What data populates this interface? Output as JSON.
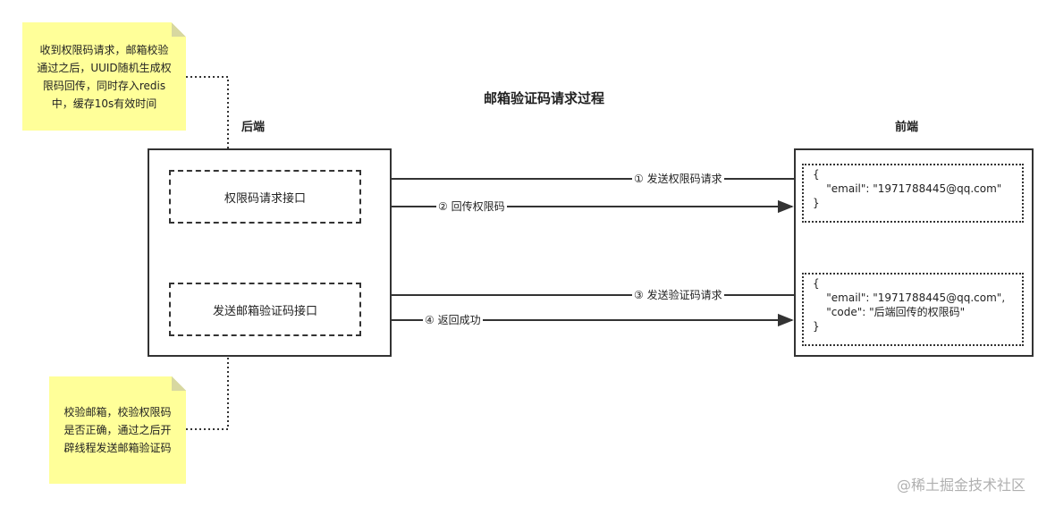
{
  "title": "邮箱验证码请求过程",
  "backend": {
    "heading": "后端",
    "api_permission": "权限码请求接口",
    "api_email": "发送邮箱验证码接口"
  },
  "frontend": {
    "heading": "前端",
    "request1_lines": [
      "{",
      "    \"email\": \"1971788445@qq.com\"",
      "}"
    ],
    "request2_lines": [
      "{",
      "    \"email\": \"1971788445@qq.com\",",
      "    \"code\": \"后端回传的权限码\"",
      "}"
    ]
  },
  "arrows": {
    "step1": "① 发送权限码请求",
    "step2": "② 回传权限码",
    "step3": "③ 发送验证码请求",
    "step4": "④ 返回成功"
  },
  "notes": {
    "top_lines": [
      "收到权限码请求，邮箱校验",
      "通过之后，UUID随机生成权",
      "限码回传，同时存入redis",
      "中，缓存10s有效时间"
    ],
    "bottom_lines": [
      "校验邮箱，校验权限码",
      "是否正确，通过之后开",
      "辟线程发送邮箱验证码"
    ]
  },
  "watermark": "@稀土掘金技术社区",
  "colors": {
    "note_bg": "#ffff99",
    "line": "#333333"
  }
}
